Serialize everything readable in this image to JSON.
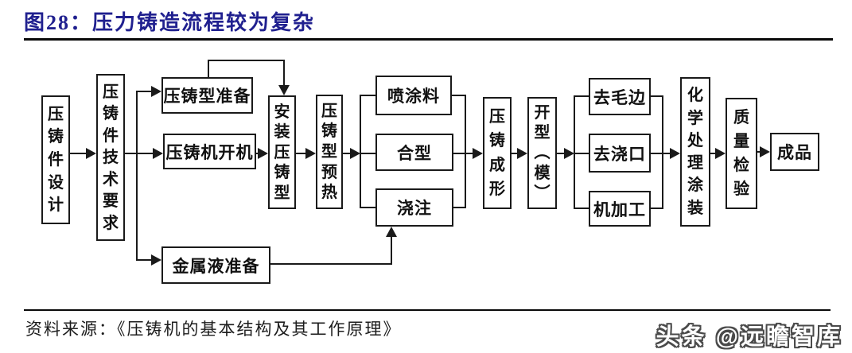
{
  "title": {
    "text": "图28：压力铸造流程较为复杂"
  },
  "colors": {
    "title": "#20208f",
    "line": "#1a1a1a",
    "node_border": "#1a1a1a",
    "watermark_fill": "#ffffff",
    "watermark_outline": "#4a4a4a"
  },
  "flowchart": {
    "nodes": {
      "die_part_design": {
        "label": "压铸件设计"
      },
      "tech_requirements": {
        "label": "压铸件技术要求"
      },
      "die_prep": {
        "label": "压铸型准备"
      },
      "machine_startup": {
        "label": "压铸机开机"
      },
      "metal_liquid_prep": {
        "label": "金属液准备"
      },
      "install_die": {
        "label": "安装压铸型"
      },
      "die_preheat": {
        "label": "压铸型预热"
      },
      "spray_coating": {
        "label": "喷涂料"
      },
      "close_die": {
        "label": "合型"
      },
      "pouring": {
        "label": "浇注"
      },
      "die_cast_forming": {
        "label": "压铸成形"
      },
      "open_die": {
        "label": "开型（模）"
      },
      "deburr": {
        "label": "去毛边"
      },
      "remove_gate": {
        "label": "去浇口"
      },
      "machining": {
        "label": "机加工"
      },
      "chem_treatment_coating": {
        "label": "化学处理涂装"
      },
      "quality_inspection": {
        "label": "质量检验"
      },
      "finished_product": {
        "label": "成品"
      }
    }
  },
  "footer": {
    "source": "资料来源：《压铸机的基本结构及其工作原理》",
    "watermark": "头条 @远瞻智库"
  }
}
